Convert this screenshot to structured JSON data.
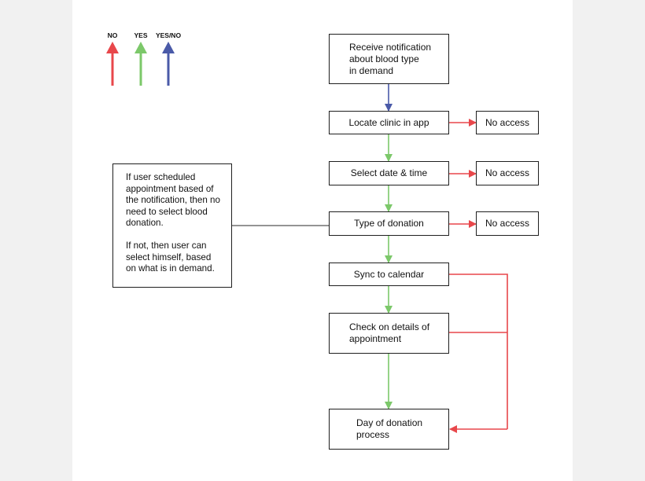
{
  "colors": {
    "no": "#e8474b",
    "yes": "#7cc86a",
    "yes_no": "#4a5aa8",
    "neutral": "#555555"
  },
  "legend": {
    "no": "NO",
    "yes": "YES",
    "yes_no": "YES/NO"
  },
  "steps": {
    "receive": "Receive notification\nabout blood type\nin demand",
    "locate": "Locate clinic in app",
    "select_date": "Select date & time",
    "type_donation": "Type of donation",
    "sync": "Sync to calendar",
    "check": "Check on details of\nappointment",
    "day": "Day of donation\nprocess"
  },
  "no_access": {
    "locate": "No access",
    "select_date": "No access",
    "type_donation": "No access"
  },
  "note": {
    "para1": "If user scheduled appointment based of the notification, then no need to select blood donation.",
    "para2": "If not, then user can select himself, based on what is in demand."
  }
}
